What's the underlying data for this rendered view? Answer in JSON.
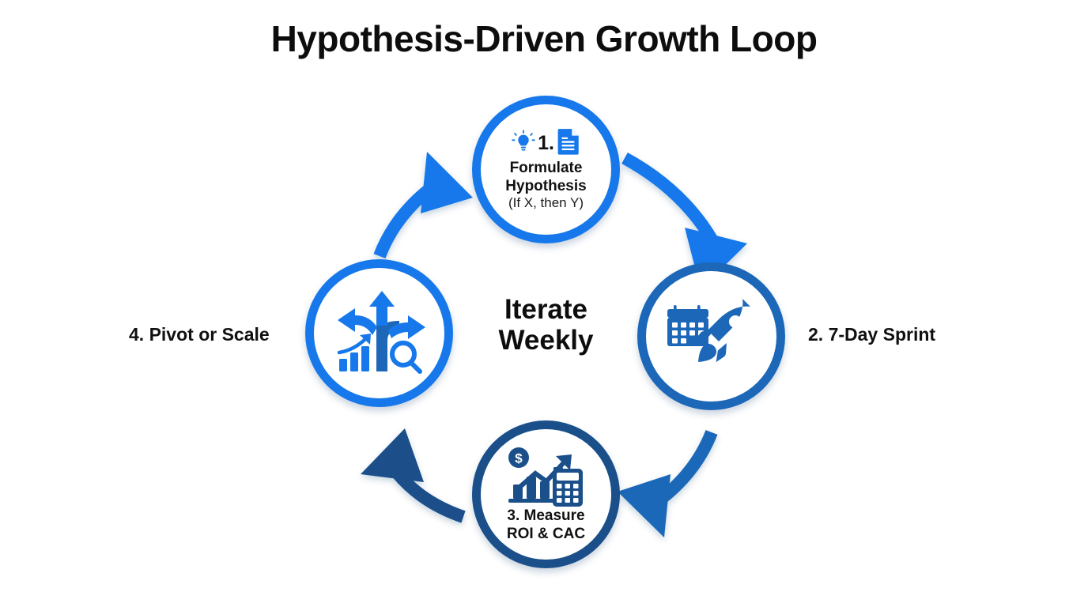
{
  "title": "Hypothesis-Driven Growth Loop",
  "center": {
    "line1": "Iterate",
    "line2": "Weekly"
  },
  "colors": {
    "bright_blue": "#1678ea",
    "medium_blue": "#1c67b8",
    "navy_blue": "#1a4f8a",
    "text_black": "#0d0d0d",
    "background": "#ffffff"
  },
  "nodes": [
    {
      "id": "formulate-hypothesis",
      "position": "top",
      "number": "1.",
      "label_line1": "Formulate",
      "label_line2": "Hypothesis",
      "sublabel": "(If X, then Y)",
      "label_inside": true,
      "ring_color": "#1678ea",
      "icons": [
        "lightbulb-icon",
        "document-icon"
      ]
    },
    {
      "id": "seven-day-sprint",
      "position": "right",
      "number": "2.",
      "outer_label": "2. 7-Day Sprint",
      "label_inside": false,
      "ring_color": "#1c67b8",
      "icons": [
        "calendar-icon",
        "rocket-icon"
      ]
    },
    {
      "id": "measure-roi-cac",
      "position": "bottom",
      "number": "3.",
      "label_line1": "3. Measure",
      "label_line2": "ROI & CAC",
      "label_inside": true,
      "ring_color": "#1a4f8a",
      "icons": [
        "dollar-growth-chart-icon",
        "calculator-icon"
      ]
    },
    {
      "id": "pivot-or-scale",
      "position": "left",
      "number": "4.",
      "outer_label": "4. Pivot or Scale",
      "label_inside": false,
      "ring_color": "#1678ea",
      "icons": [
        "three-way-arrows-icon",
        "bar-chart-icon",
        "magnifier-icon"
      ]
    }
  ],
  "arrows": [
    {
      "id": "arrow-top-to-right",
      "from": "formulate-hypothesis",
      "to": "seven-day-sprint",
      "color": "#1678ea",
      "direction": "clockwise"
    },
    {
      "id": "arrow-right-to-bottom",
      "from": "seven-day-sprint",
      "to": "measure-roi-cac",
      "color": "#1c67b8",
      "direction": "clockwise"
    },
    {
      "id": "arrow-bottom-to-left",
      "from": "measure-roi-cac",
      "to": "pivot-or-scale",
      "color": "#1a4f8a",
      "direction": "clockwise"
    },
    {
      "id": "arrow-left-to-top",
      "from": "pivot-or-scale",
      "to": "formulate-hypothesis",
      "color": "#1678ea",
      "direction": "clockwise"
    }
  ]
}
